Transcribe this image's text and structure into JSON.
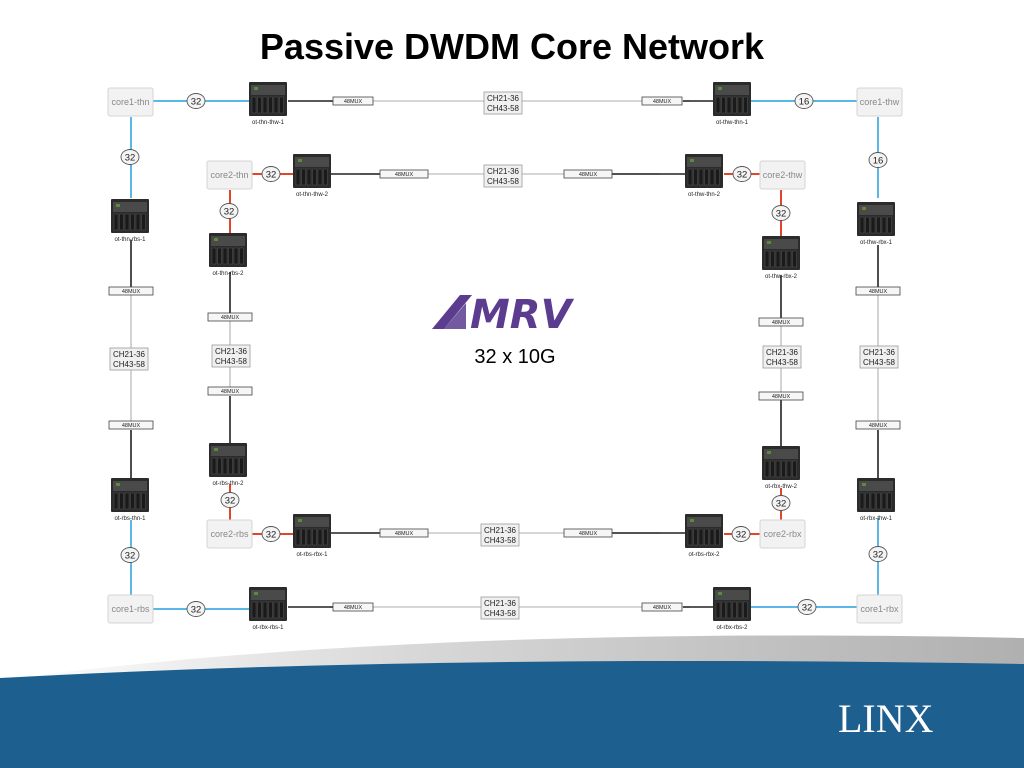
{
  "title": "Passive DWDM Core Network",
  "caption": "32 x 10G",
  "brand_top": "MRV",
  "brand_bottom": "LINX",
  "colors": {
    "blue_link": "#5bb8e6",
    "red_link": "#e0472a",
    "mux_line": "#222222",
    "fiber": "#c8c8c8",
    "footer_blue": "#1d5f8f",
    "mrv_purple": "#5b3c8f"
  },
  "cores": [
    {
      "id": "core1-thn",
      "label": "core1-thn"
    },
    {
      "id": "core1-thw",
      "label": "core1-thw"
    },
    {
      "id": "core1-rbs",
      "label": "core1-rbs"
    },
    {
      "id": "core1-rbx",
      "label": "core1-rbx"
    },
    {
      "id": "core2-thn",
      "label": "core2-thn"
    },
    {
      "id": "core2-thw",
      "label": "core2-thw"
    },
    {
      "id": "core2-rbs",
      "label": "core2-rbs"
    },
    {
      "id": "core2-rbx",
      "label": "core2-rbx"
    }
  ],
  "devices": [
    {
      "id": "ot-thn-thw-1",
      "label": "ot-thn-thw-1"
    },
    {
      "id": "ot-thw-thn-1",
      "label": "ot-thw-thn-1"
    },
    {
      "id": "ot-thn-thw-2",
      "label": "ot-thn-thw-2"
    },
    {
      "id": "ot-thw-thn-2",
      "label": "ot-thw-thn-2"
    },
    {
      "id": "ot-thn-rbs-1",
      "label": "ot-thn-rbs-1"
    },
    {
      "id": "ot-thn-rbs-2",
      "label": "ot-thn-rbs-2"
    },
    {
      "id": "ot-thw-rbx-1",
      "label": "ot-thw-rbx-1"
    },
    {
      "id": "ot-thw-rbx-2",
      "label": "ot-thw-rbx-2"
    },
    {
      "id": "ot-rbs-thn-1",
      "label": "ot-rbs-thn-1"
    },
    {
      "id": "ot-rbs-thn-2",
      "label": "ot-rbs-thn-2"
    },
    {
      "id": "ot-rbx-thw-1",
      "label": "ot-rbx-thw-1"
    },
    {
      "id": "ot-rbx-thw-2",
      "label": "ot-rbx-thw-2"
    },
    {
      "id": "ot-rbs-rbx-1",
      "label": "ot-rbs-rbx-1"
    },
    {
      "id": "ot-rbs-rbx-2",
      "label": "ot-rbs-rbx-2"
    },
    {
      "id": "ot-rbx-rbs-1",
      "label": "ot-rbx-rbs-1"
    },
    {
      "id": "ot-rbx-rbs-2",
      "label": "ot-rbx-rbs-2"
    }
  ],
  "mux_label": "48MUX",
  "channels": {
    "line1": "CH21-36",
    "line2": "CH43-58"
  },
  "counts": {
    "c32": "32",
    "c16": "16"
  }
}
